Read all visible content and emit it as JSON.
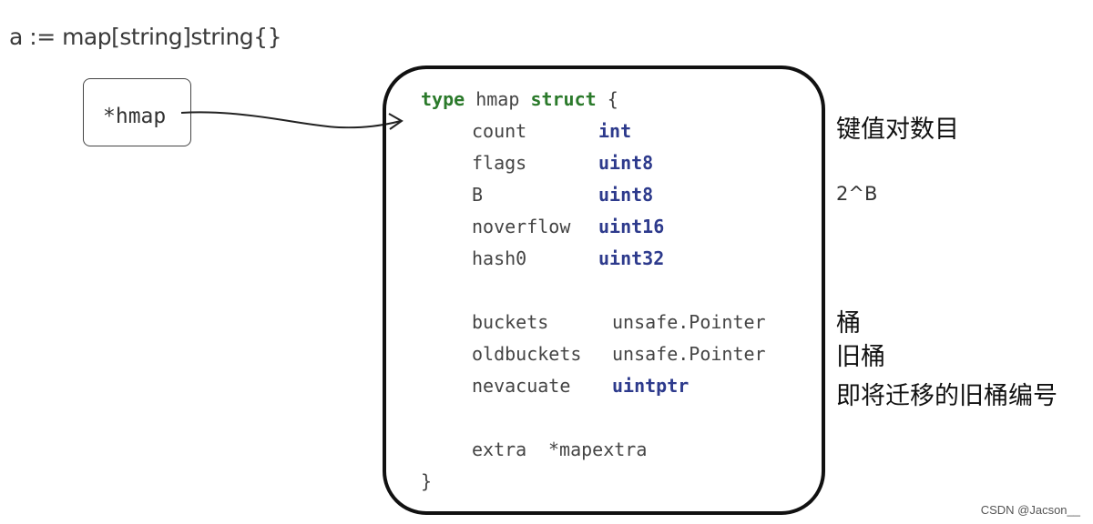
{
  "header": {
    "expression": "a := map[string]string{}"
  },
  "pointer_box": {
    "label": "*hmap"
  },
  "struct": {
    "decl_keyword": "type",
    "decl_name": "hmap",
    "decl_struct": "struct",
    "decl_open": "{",
    "close": "}",
    "fields": [
      {
        "name": "count",
        "type": "int",
        "type_style": "builtin"
      },
      {
        "name": "flags",
        "type": "uint8",
        "type_style": "builtin"
      },
      {
        "name": "B",
        "type": "uint8",
        "type_style": "builtin"
      },
      {
        "name": "noverflow",
        "type": "uint16",
        "type_style": "builtin"
      },
      {
        "name": "hash0",
        "type": "uint32",
        "type_style": "builtin"
      },
      {
        "name": "buckets",
        "type": "unsafe.Pointer",
        "type_style": "plain"
      },
      {
        "name": "oldbuckets",
        "type": "unsafe.Pointer",
        "type_style": "plain"
      },
      {
        "name": "nevacuate",
        "type": "uintptr",
        "type_style": "builtin"
      },
      {
        "name": "extra",
        "type": "*mapextra",
        "type_style": "plain"
      }
    ]
  },
  "annotations": {
    "count": "键值对数目",
    "B": "2^B",
    "buckets": "桶",
    "oldbuckets": "旧桶",
    "nevacuate": "即将迁移的旧桶编号"
  },
  "colors": {
    "keyword": "#2b7a2b",
    "builtin_type": "#2d3a8c",
    "plain_text": "#444444",
    "border": "#111111"
  },
  "watermark": "CSDN @Jacson__"
}
